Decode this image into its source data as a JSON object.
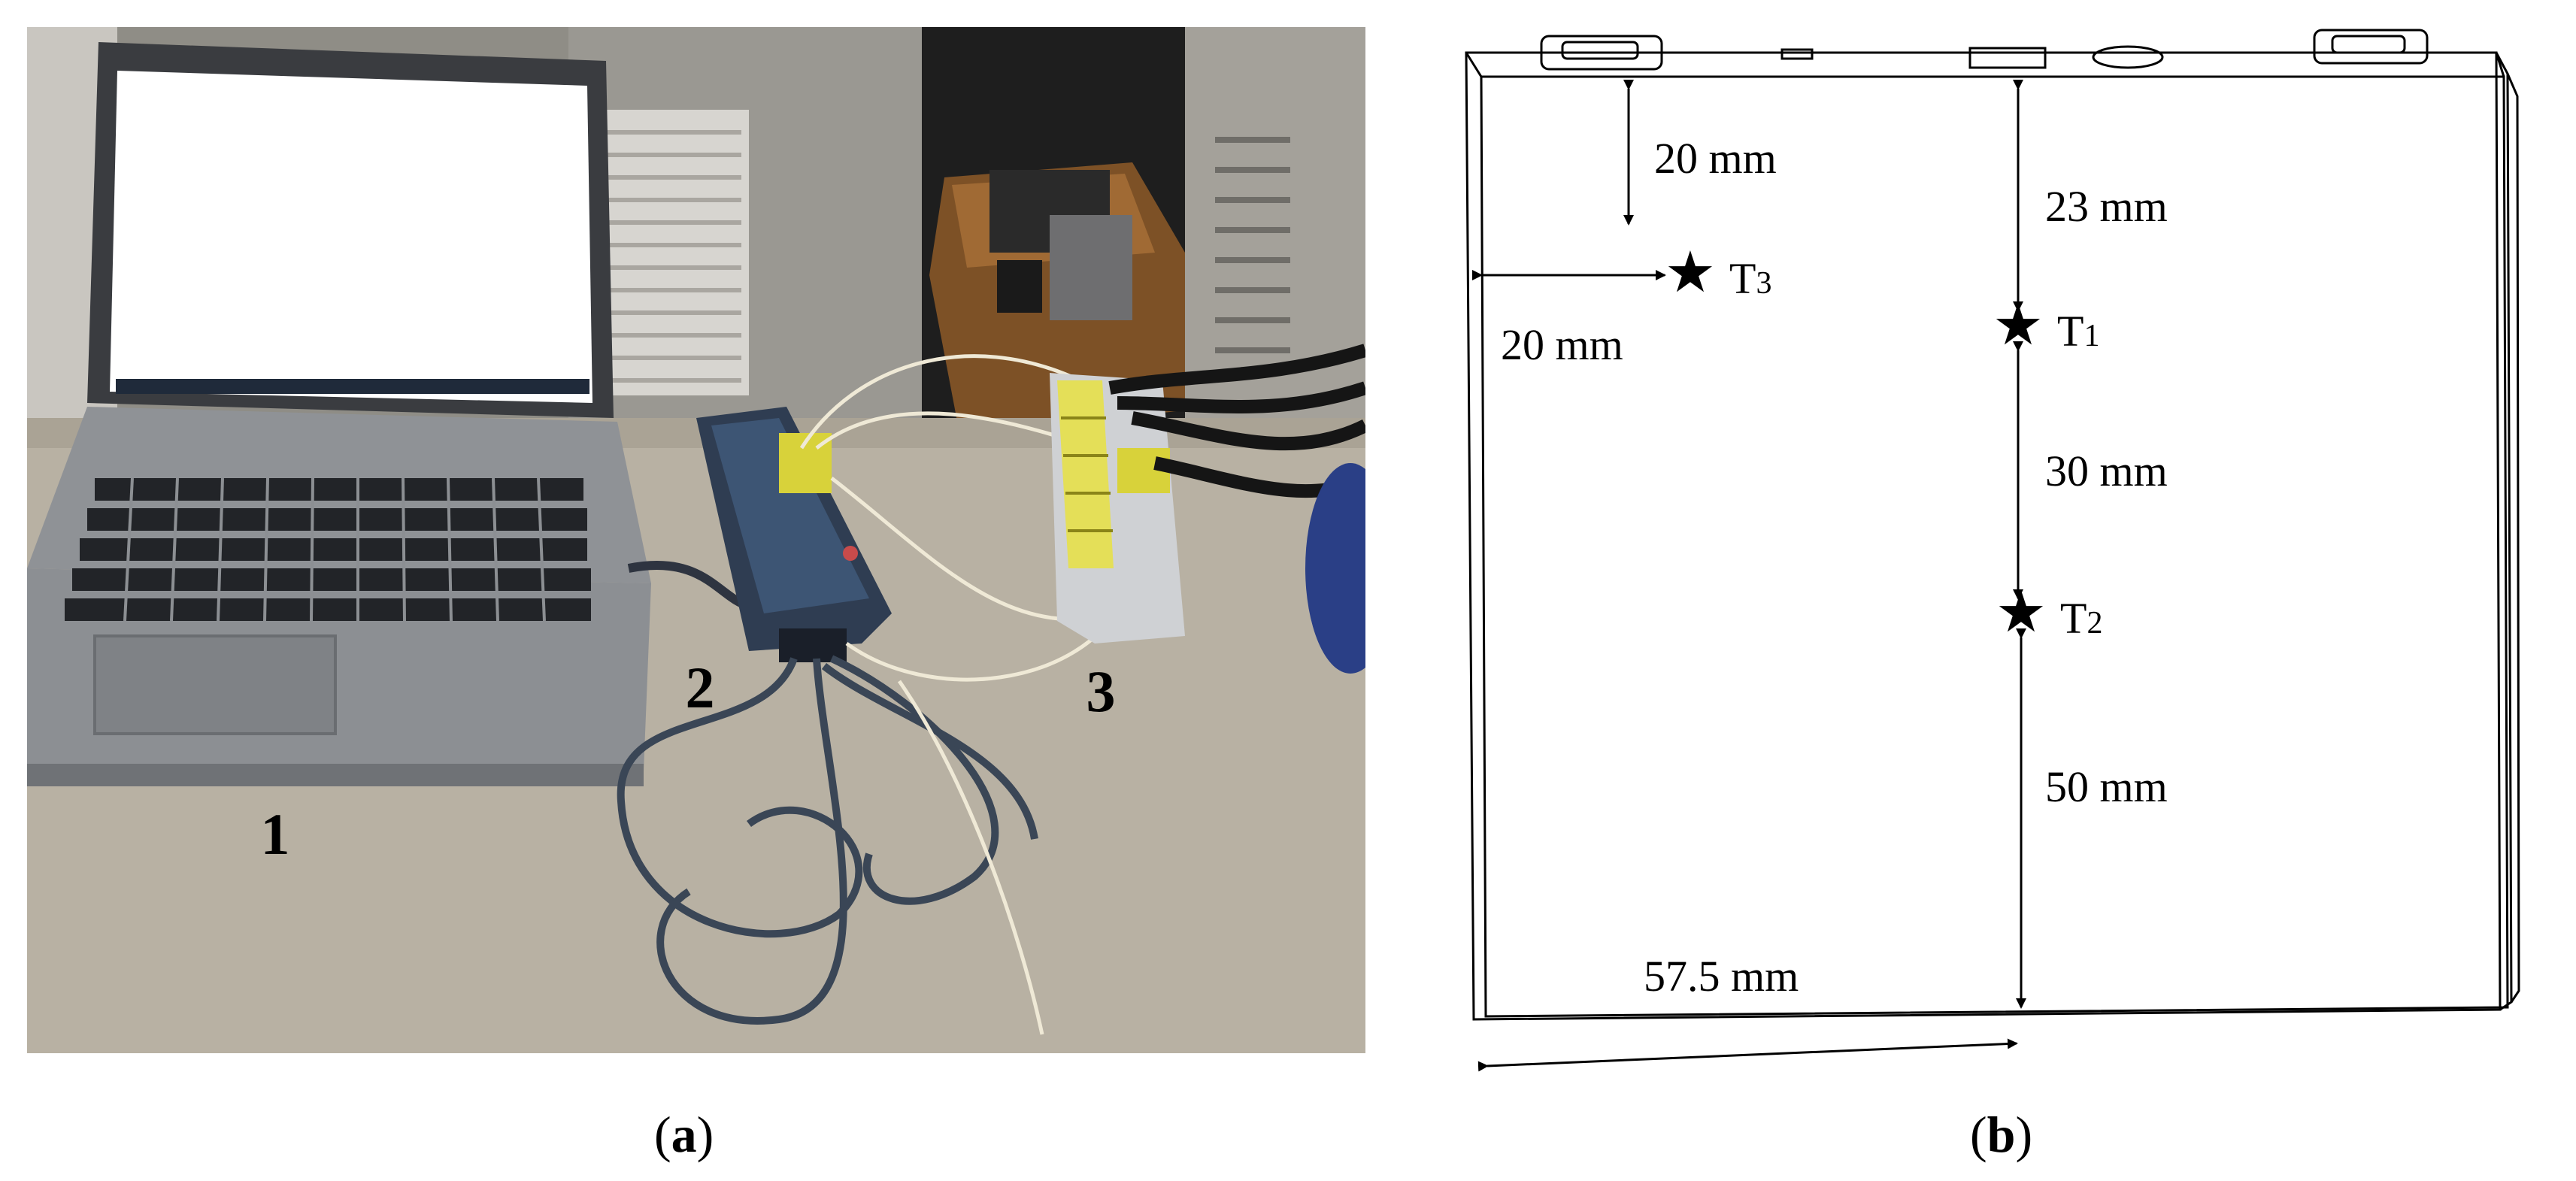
{
  "figure": {
    "panel_a": {
      "caption_open": "(",
      "caption_letter": "a",
      "caption_close": ")",
      "labels": [
        "1",
        "2",
        "3"
      ]
    },
    "panel_b": {
      "caption_open": "(",
      "caption_letter": "b",
      "caption_close": ")",
      "sensors": [
        {
          "name": "T1",
          "base": "T",
          "sub": "1"
        },
        {
          "name": "T2",
          "base": "T",
          "sub": "2"
        },
        {
          "name": "T3",
          "base": "T",
          "sub": "3"
        }
      ],
      "dimensions": {
        "t3_from_top": "20 mm",
        "t3_from_left": "20 mm",
        "t1_from_top": "23 mm",
        "t1_to_t2": "30 mm",
        "t2_to_bottom": "50 mm",
        "center_from_left": "57.5 mm"
      },
      "star_glyph": "★"
    },
    "colors": {
      "wall": "#8b8a84",
      "table": "#b9b2a4",
      "laptop_body": "#8f9296",
      "screen": "#ffffff",
      "cable": "#3a4656",
      "logger": "#2f3d52",
      "wire_yellow": "#d8d23a",
      "wood": "#8a5a2a"
    }
  }
}
